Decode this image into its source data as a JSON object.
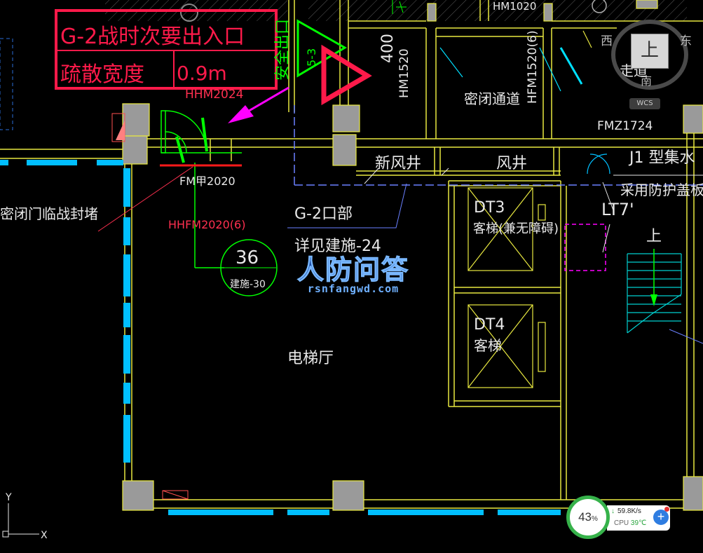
{
  "notice": {
    "line1": "G-2战时次要出入口",
    "line2_label": "疏散宽度",
    "line2_value": "0.9m"
  },
  "labels": {
    "door_top": "HHM2024",
    "emergency_exit": "安全出口",
    "exit_no": "5-3",
    "dim_400": "400",
    "hm1020": "HM1020",
    "hm1520": "HM1520",
    "hfm1520": "HFM1520(6)",
    "airtight": "密闭通道",
    "corridor": "走道",
    "fmz": "FMZ1724",
    "new_shaft": "新风井",
    "shaft": "风井",
    "j1": "J1 型集水",
    "cover": "采用防护盖板",
    "fm2020": "FM甲2020",
    "seal": "密闭门临战封堵",
    "hhfm": "HHFM2020(6)",
    "g2": "G-2口部",
    "detail": "详见建施-24",
    "dt3_code": "DT3",
    "dt3_name": "客梯(兼无障碍)",
    "dt4_code": "DT4",
    "dt4_name": "客梯",
    "lt7": "LT7'",
    "up": "上",
    "circle_no": "36",
    "circle_ref": "建施-30",
    "elevator_hall": "电梯厅",
    "y_axis": "Y",
    "x_axis": "X"
  },
  "watermark": {
    "title": "人防问答",
    "url": "rsnfangwd.com"
  },
  "viewcube": {
    "face": "上",
    "west": "西",
    "east": "东",
    "south": "南",
    "wcs": "WCS"
  },
  "monitor": {
    "percent": "43",
    "percent_unit": "%",
    "speed": "59.8K/s",
    "cpu_label": "CPU",
    "temp": "39℃"
  },
  "colors": {
    "background": "#000000",
    "wall": "#c8c8c8",
    "hatch": "#ffff00",
    "window": "#00bfff",
    "red": "#ff1a4a",
    "green": "#00ff00",
    "magenta": "#ff00ff"
  }
}
